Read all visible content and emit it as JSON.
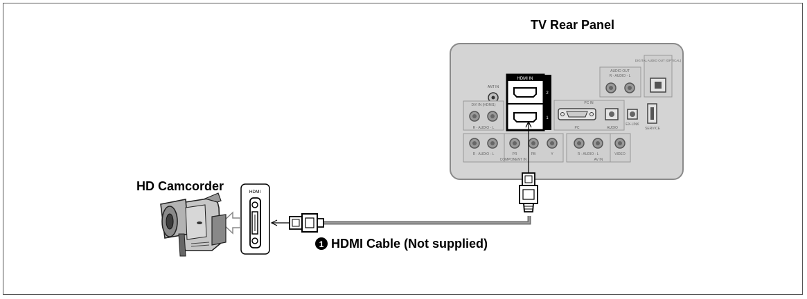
{
  "title": "TV Rear Panel",
  "device_label": "HD Camcorder",
  "cable": {
    "number": "1",
    "label": "HDMI Cable (Not supplied)"
  },
  "camcorder_port_label": "HDMI",
  "panel": {
    "antin": "ANT IN",
    "hdmi_in": "HDMI IN",
    "hdmi_port_2": "2",
    "hdmi_port_1": "1",
    "dvi_in": "DVI IN (HDMI1)",
    "dvi_audio": "R - AUDIO - L",
    "pc_in": "PC IN",
    "pc": "PC",
    "pc_audio": "AUDIO",
    "ex_link": "EX-LINK",
    "service": "SERVICE",
    "audio_out": "AUDIO OUT",
    "audio_out_rl": "R - AUDIO - L",
    "digital_audio_out": "DIGITAL AUDIO OUT (OPTICAL)",
    "component_audio": "R - AUDIO - L",
    "component_pr": "PR",
    "component_pb": "PB",
    "component_y": "Y",
    "component_in": "COMPONENT IN",
    "av_audio": "R - AUDIO - L",
    "av_video": "VIDEO",
    "av_in": "AV IN"
  },
  "colors": {
    "panel_fill": "#d4d4d4",
    "panel_stroke": "#8a8a8a",
    "cable": "#6e6e6e",
    "line": "#000000"
  }
}
